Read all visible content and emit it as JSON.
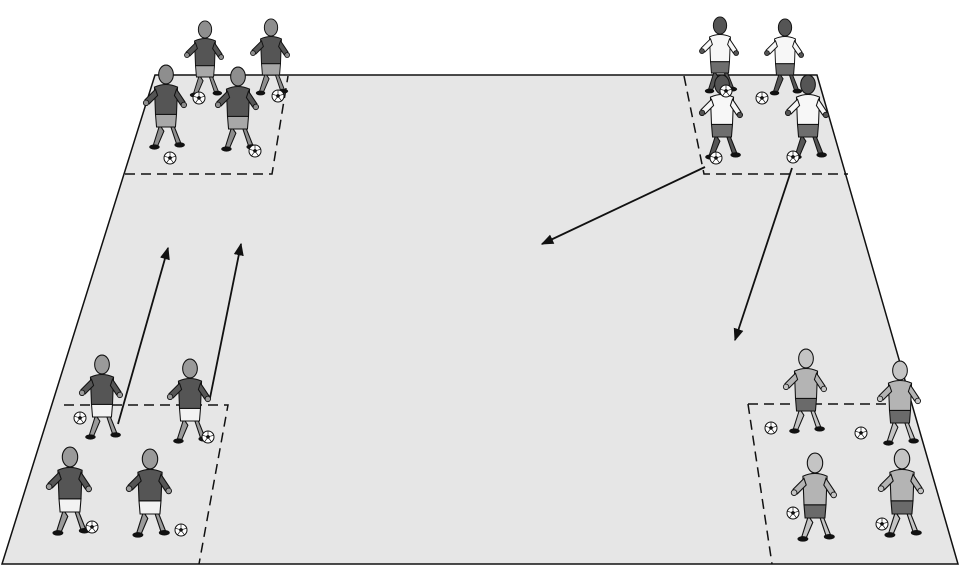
{
  "colors": {
    "background": "#ffffff",
    "field": "#e6e6e6",
    "outline": "#111111",
    "dark_team": "#555555",
    "light_team": "#b4b4b4",
    "white_team": "#f7f7f7",
    "skin": "#9a9a9a",
    "ball": "#ffffff"
  },
  "field": {
    "marking_style": "dashed",
    "corner_zones": 4
  },
  "groups": [
    {
      "zone": "top-left",
      "team": "dark",
      "players": 4,
      "balls": 4
    },
    {
      "zone": "top-right",
      "team": "white",
      "players": 4,
      "balls": 4
    },
    {
      "zone": "bottom-left",
      "team": "dark",
      "players": 4,
      "balls": 4
    },
    {
      "zone": "bottom-right",
      "team": "light",
      "players": 4,
      "balls": 4
    }
  ],
  "arrows": [
    {
      "from": "bottom-left",
      "direction": "up-field",
      "count": 2
    },
    {
      "from": "top-right",
      "direction": "toward center",
      "count": 1
    },
    {
      "from": "top-right",
      "direction": "down-field",
      "count": 1
    }
  ]
}
